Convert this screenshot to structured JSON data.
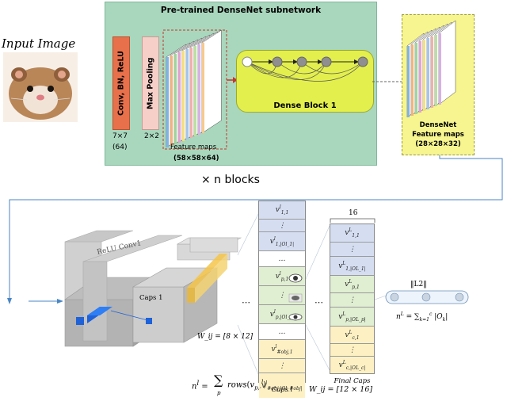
{
  "input": {
    "label": "Input Image"
  },
  "densenet": {
    "title": "Pre-trained DenseNet subnetwork",
    "conv_label": "Conv, BN, ReLU",
    "conv_kernel": "7×7",
    "conv_channels": "(64)",
    "pool_label": "Max Pooling",
    "pool_size": "2×2",
    "feature_label": "Feature maps",
    "feature_dims": "(58×58×64)",
    "dense_block_label": "Dense Block 1",
    "repeat_label": "× n blocks"
  },
  "output_maps": {
    "line1": "DenseNet",
    "line2": "Feature maps",
    "dims": "(28×28×32)"
  },
  "capsnet": {
    "relu_conv_label": "ReLU Conv1",
    "caps1_label": "Caps 1",
    "weight1": "W_ij = [8 × 12]",
    "nl_formula_left": "n^l = ",
    "nl_formula_sum": "Σ_p rows(v^l_p,·)",
    "caps_l_label": "Caps l",
    "weight2": "W_ij = [12 × 16]",
    "final_caps_label": "Final Caps",
    "final_width": "16",
    "l2_label": "‖L2‖",
    "nL_formula": "n^L = Σ_{k=1}^{c} |O_k|",
    "dots": "⋯",
    "caps_l_cells": [
      "v^l_1,1",
      "⋮",
      "v^l_1,|O^l_1|",
      "…",
      "v^l_p,1",
      "⋮",
      "v^l_p,|O^l_p|",
      "…",
      "v^l_#obj,1",
      "⋮",
      "v^l_#obj,|O^l_#obj|"
    ],
    "final_cells": [
      "v^L_1,1",
      "⋮",
      "v^L_1,|O^L_1|",
      "v^L_p,1",
      "⋮",
      "v^L_p,|O^L_p|",
      "v^L_c,1",
      "⋮",
      "v^L_c,|O^L_c|"
    ]
  },
  "colors": {
    "densenet_bg": "#a9d7bd",
    "conv": "#e8704b",
    "pool": "#f6cfc8",
    "dense_block": "#e3ef4d",
    "output_bg": "#f7f58f",
    "blue_caps": "#d5def1",
    "green_caps": "#e0eed1",
    "yellow_caps": "#fdf1c4",
    "arrow": "#4a86c5",
    "highlight": "#f4c64a",
    "cube_blue": "#1f62d8"
  }
}
